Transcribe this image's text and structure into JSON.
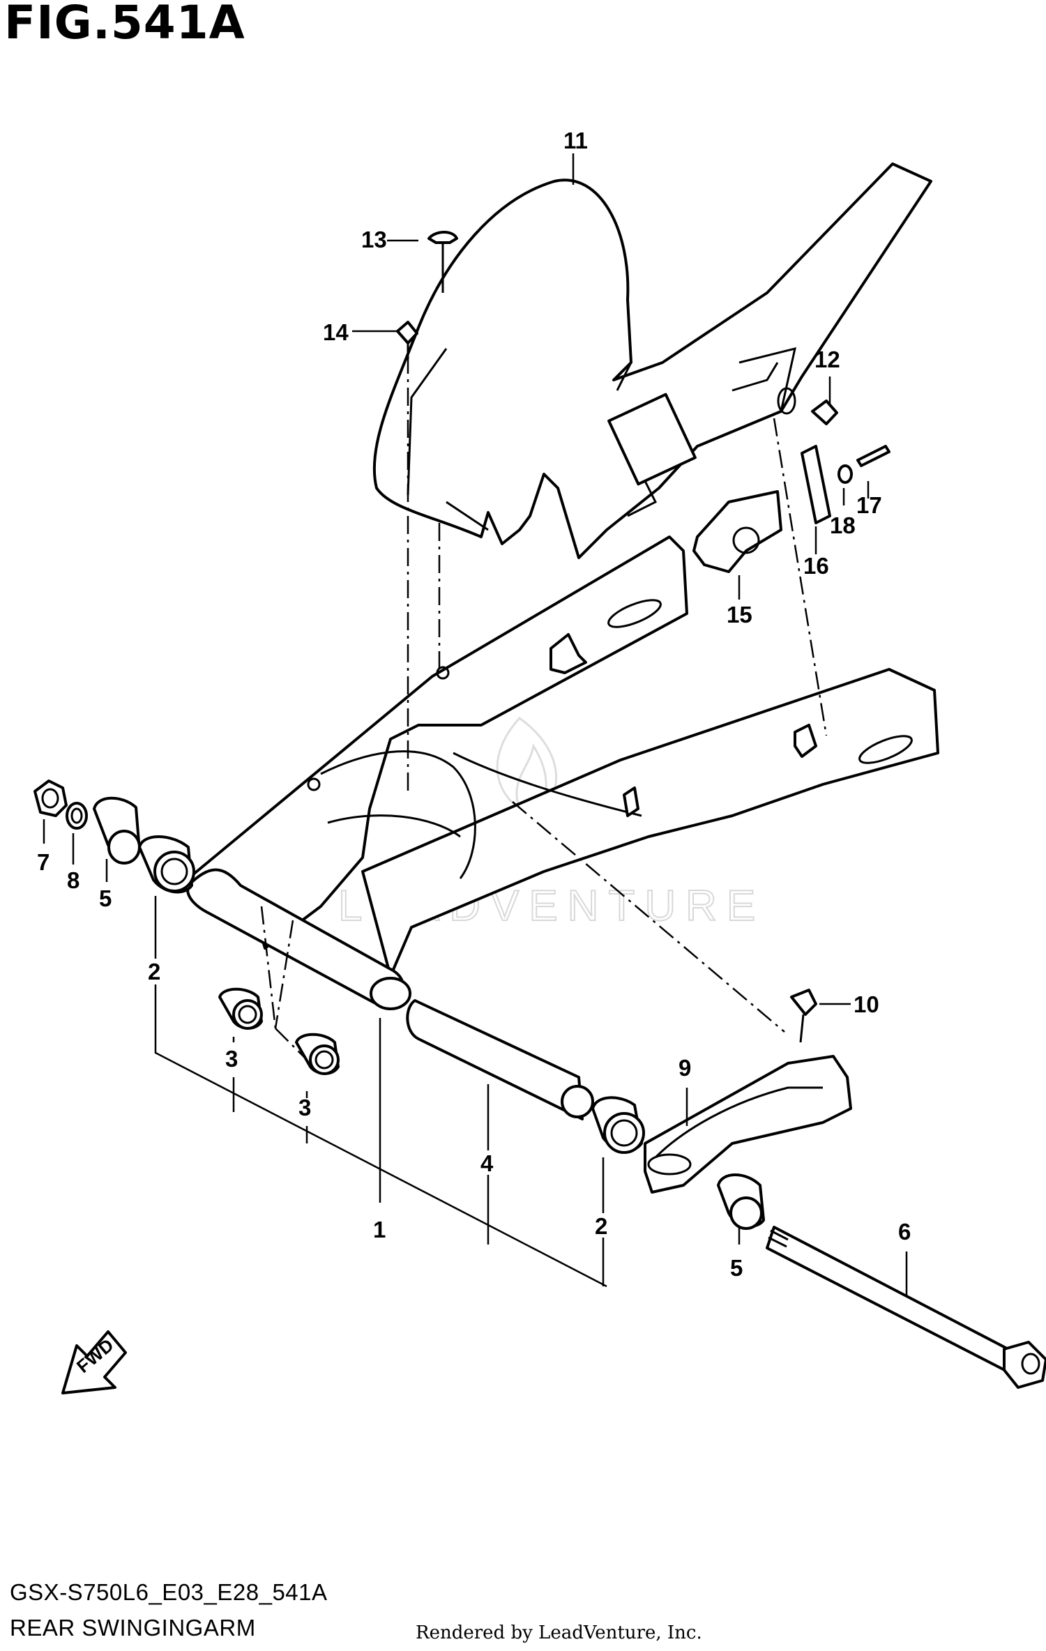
{
  "figure": {
    "title": "FIG.541A",
    "code": "GSX-S750L6_E03_E28_541A",
    "caption": "REAR SWINGINGARM",
    "credit": "Rendered by LeadVenture, Inc.",
    "watermark": "LEADVENTURE",
    "fwd_label": "FWD"
  },
  "callouts": {
    "c1": "1",
    "c2a": "2",
    "c2b": "2",
    "c3a": "3",
    "c3b": "3",
    "c4": "4",
    "c5a": "5",
    "c5b": "5",
    "c6": "6",
    "c7": "7",
    "c8": "8",
    "c9": "9",
    "c10": "10",
    "c11": "11",
    "c12": "12",
    "c13": "13",
    "c14": "14",
    "c15": "15",
    "c16": "16",
    "c17": "17",
    "c18": "18"
  }
}
